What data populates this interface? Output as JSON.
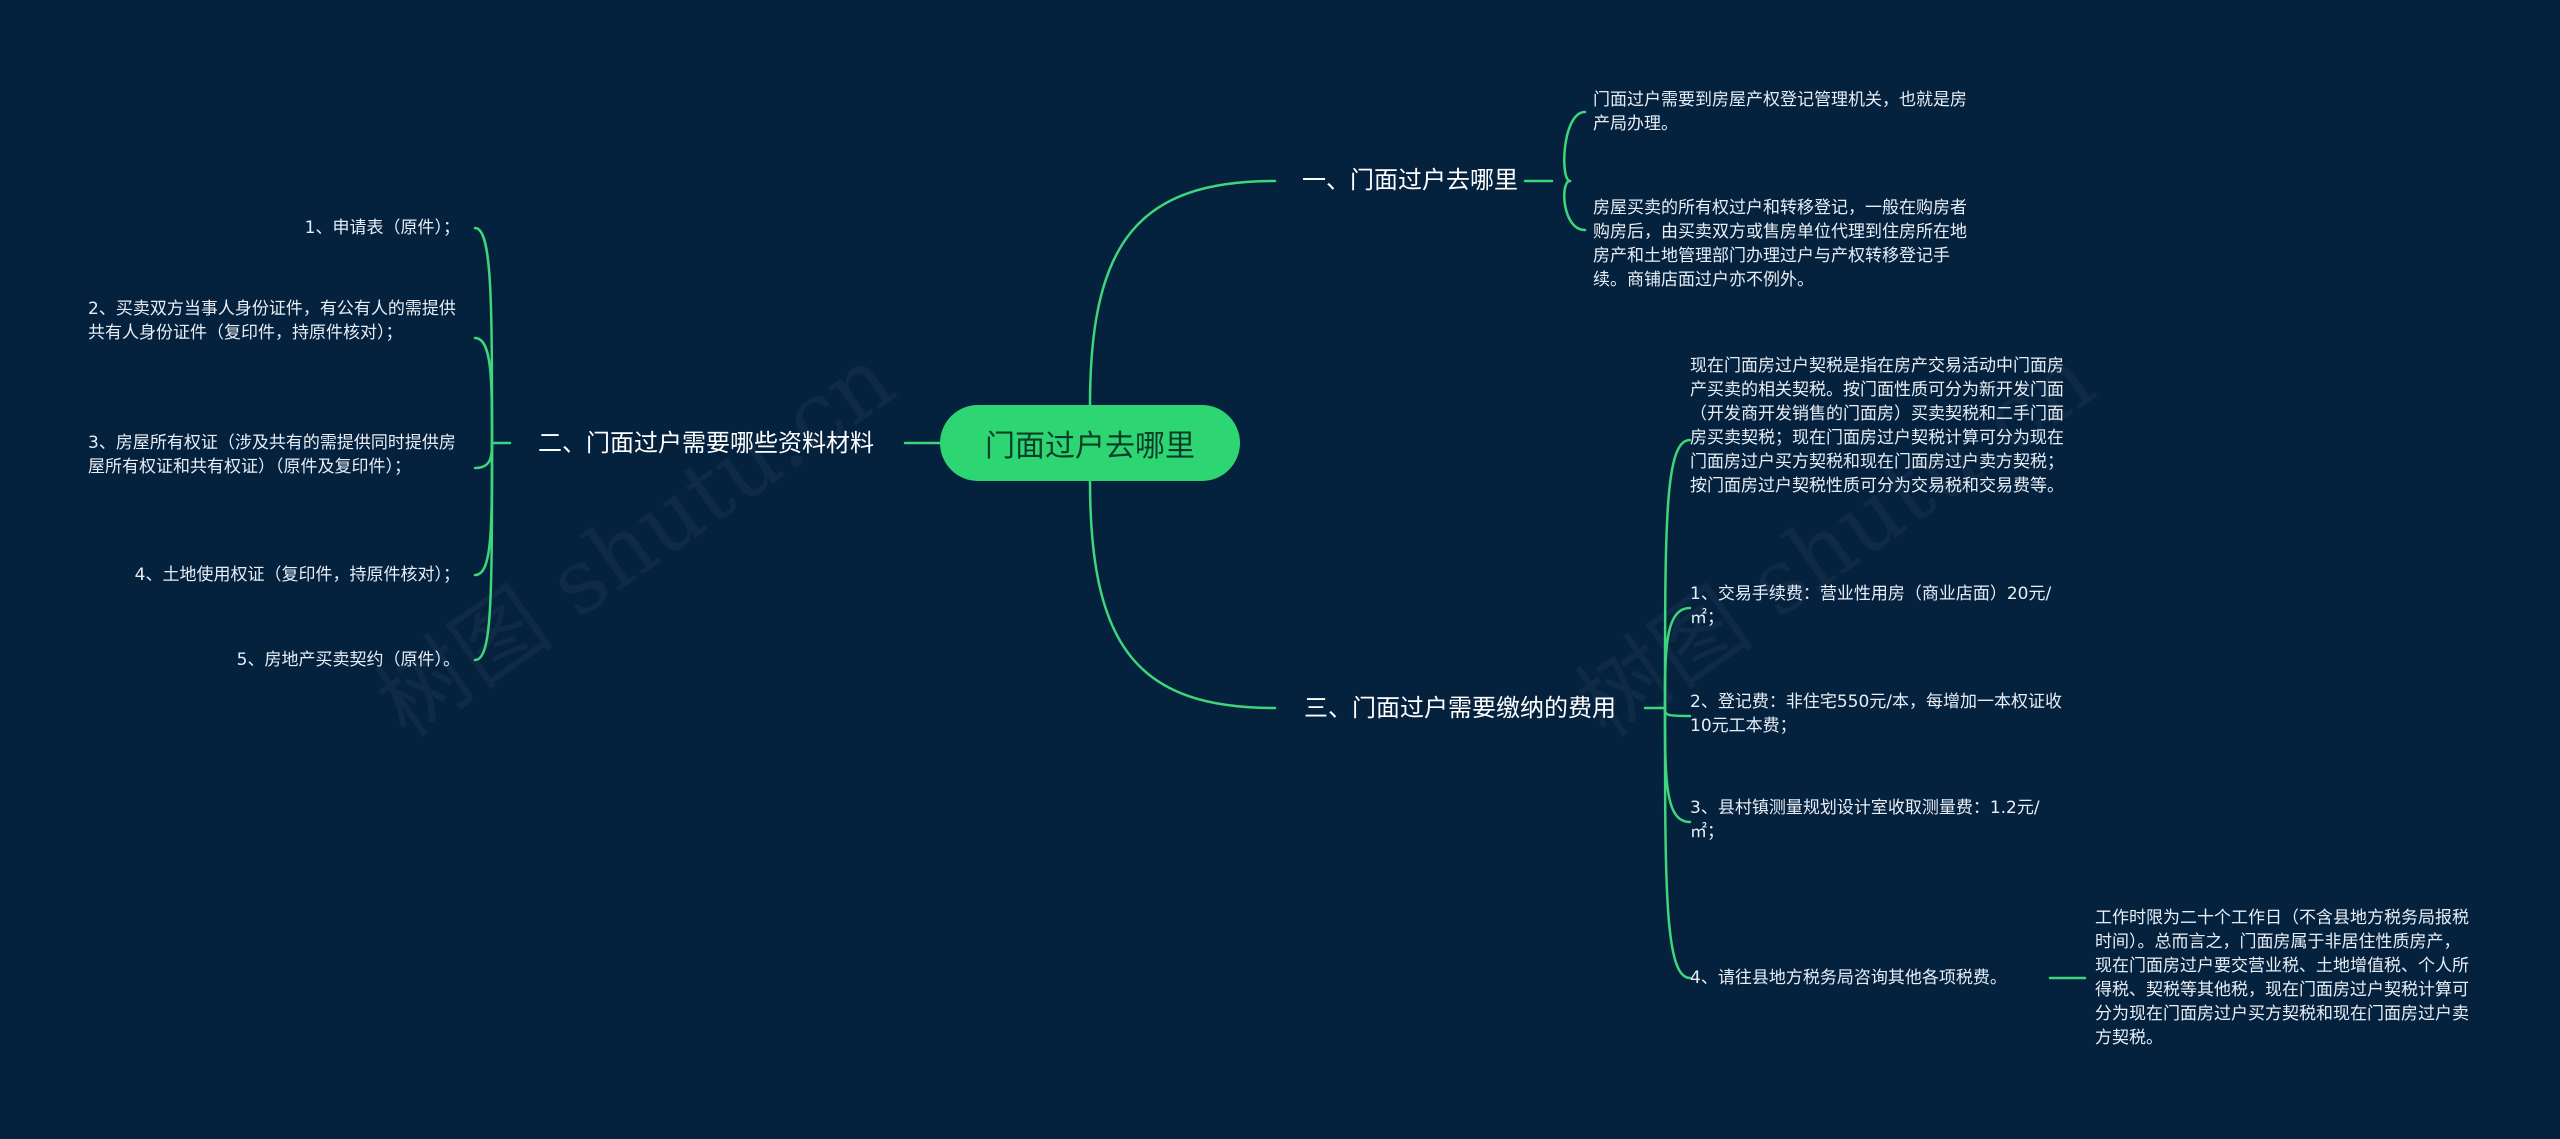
{
  "colors": {
    "background": "#04213e",
    "accent": "#2ed573",
    "line": "#3ed67a"
  },
  "watermark": "树图 shutu.cn",
  "root": {
    "label": "门面过户去哪里"
  },
  "branches": [
    {
      "label": "一、门面过户去哪里",
      "children": [
        "门面过户需要到房屋产权登记管理机关，也就是房产局办理。",
        "房屋买卖的所有权过户和转移登记，一般在购房者购房后，由买卖双方或售房单位代理到住房所在地房产和土地管理部门办理过户与产权转移登记手续。商铺店面过户亦不例外。"
      ]
    },
    {
      "label": "二、门面过户需要哪些资料材料",
      "children": [
        "1、申请表（原件）；",
        "2、买卖双方当事人身份证件，有公有人的需提供共有人身份证件（复印件，持原件核对）；",
        "3、房屋所有权证（涉及共有的需提供同时提供房屋所有权证和共有权证）（原件及复印件）；",
        "4、土地使用权证（复印件，持原件核对）；",
        "5、房地产买卖契约（原件）。"
      ]
    },
    {
      "label": "三、门面过户需要缴纳的费用",
      "children": [
        "现在门面房过户契税是指在房产交易活动中门面房产买卖的相关契税。按门面性质可分为新开发门面（开发商开发销售的门面房）买卖契税和二手门面房买卖契税；现在门面房过户契税计算可分为现在门面房过户买方契税和现在门面房过户卖方契税；按门面房过户契税性质可分为交易税和交易费等。",
        "1、交易手续费：营业性用房（商业店面）20元/㎡；",
        "2、登记费：非住宅550元/本，每增加一本权证收10元工本费；",
        "3、县村镇测量规划设计室收取测量费：1.2元/㎡；",
        "4、请往县地方税务局咨询其他各项税费。"
      ],
      "sub_note": "工作时限为二十个工作日（不含县地方税务局报税时间）。总而言之，门面房属于非居住性质房产，现在门面房过户要交营业税、土地增值税、个人所得税、契税等其他税，现在门面房过户契税计算可分为现在门面房过户买方契税和现在门面房过户卖方契税。"
    }
  ]
}
